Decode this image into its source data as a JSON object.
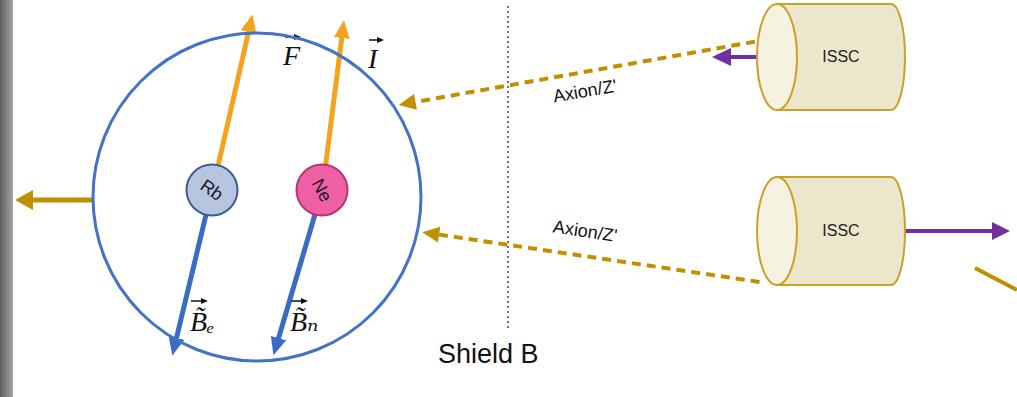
{
  "diagram": {
    "nodes": [
      {
        "text": [
          "F",
          "I",
          "B̃ₑ",
          "B̃ₙ"
        ]
      },
      {
        "text": [
          "Rb"
        ],
        "in": 0
      },
      {
        "text": [
          "Ne"
        ],
        "in": 0
      },
      {
        "text": [
          "ISSC"
        ]
      },
      {
        "text": [
          "ISSC"
        ]
      }
    ],
    "edges": [
      {
        "from": 3,
        "to": 0,
        "arrow": "to",
        "label": "Axion/Z'"
      },
      {
        "from": 4,
        "to": 0,
        "arrow": "to",
        "label": "Axion/Z'"
      }
    ],
    "labels": [
      "Shield B"
    ]
  }
}
